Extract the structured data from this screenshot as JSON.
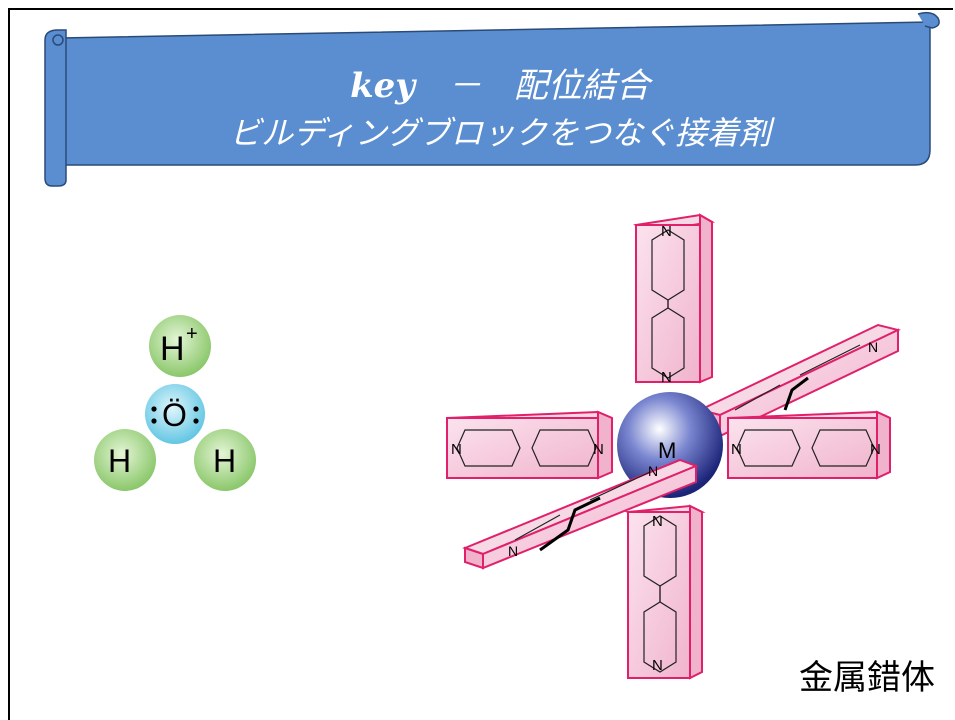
{
  "banner": {
    "keyword": "key",
    "dash": "－",
    "title_rest": "配位結合",
    "subtitle": "ビルディングブロックをつなぐ接着剤"
  },
  "hydronium": {
    "top_atom": "H",
    "top_charge": "+",
    "center_atom": "Ö",
    "left_atom": "H",
    "right_atom": "H"
  },
  "complex": {
    "metal_label": "M",
    "nitrogen_label": "N"
  },
  "caption": "金属錯体",
  "colors": {
    "banner_fill": "#5b8ed0",
    "banner_edge": "#2a4a78",
    "prism_fill": "#f7cfe0",
    "prism_edge": "#e0206a",
    "h_atom": "#9ed07c",
    "o_atom": "#7fd3ea",
    "metal": "#3c4aa8"
  }
}
